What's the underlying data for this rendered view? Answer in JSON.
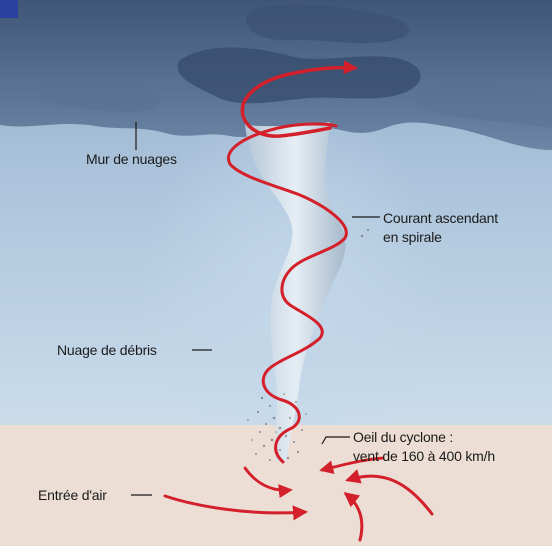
{
  "diagram": {
    "labels": {
      "cloud_wall": "Mur de nuages",
      "updraft_line1": "Courant ascendant",
      "updraft_line2": "en spirale",
      "debris_cloud": "Nuage de débris",
      "eye_line1": "Oeil du cyclone :",
      "eye_line2": "vent de 160 à 400 km/h",
      "air_inlet": "Entrée d'air"
    },
    "colors": {
      "sky_top": "#9fb8d0",
      "cloud_dark": "#4a6283",
      "funnel": "#cdd9e3",
      "ground": "#ecded4",
      "arrow": "#d4202a",
      "corner_tab": "#2a3f9e"
    }
  }
}
